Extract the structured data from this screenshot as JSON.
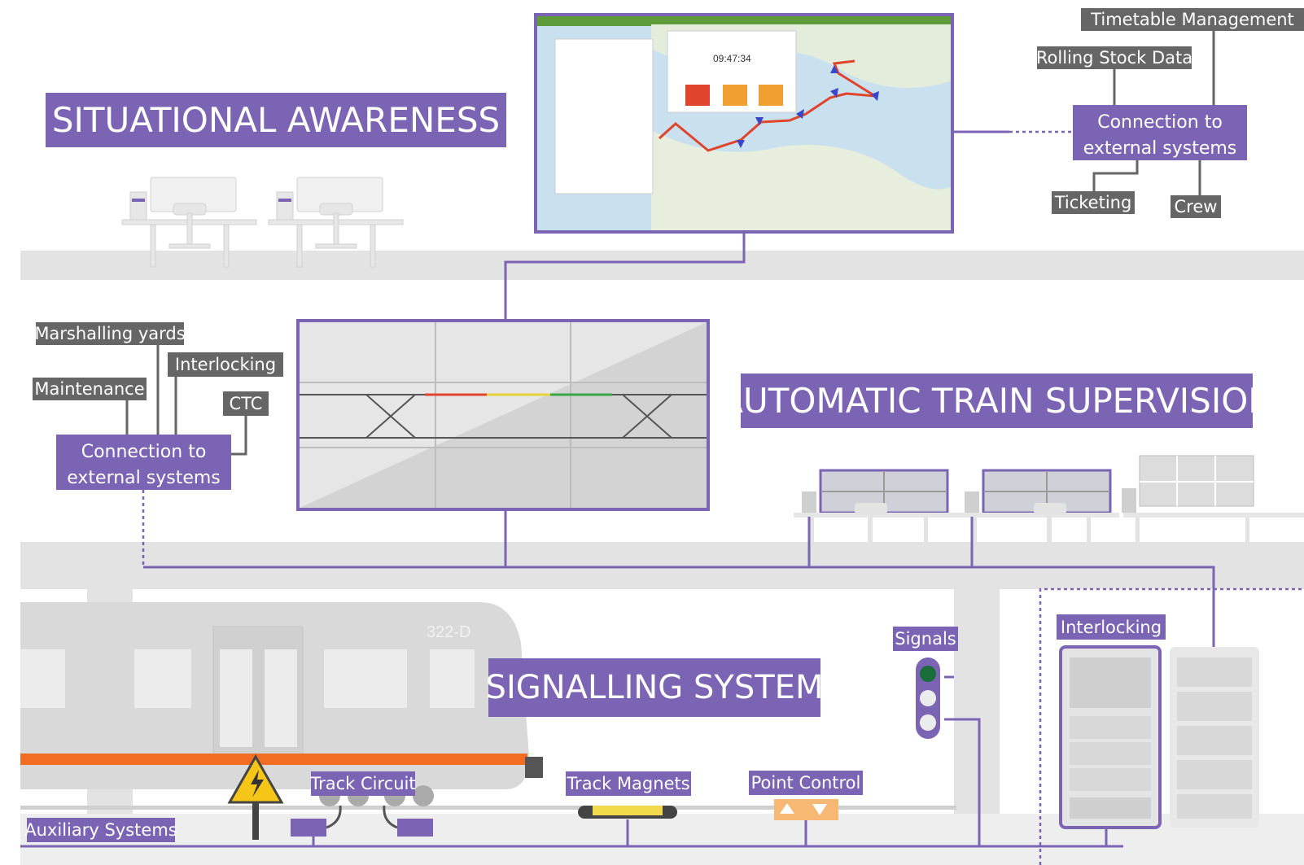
{
  "sections": {
    "situational_awareness": "SITUATIONAL AWARENESS",
    "automatic_train_supervision": "AUTOMATIC TRAIN SUPERVISION",
    "signalling_system": "SIGNALLING SYSTEM"
  },
  "external_top": {
    "connection_line1": "Connection to",
    "connection_line2": "external systems",
    "timetable": "Timetable Management",
    "rolling_stock": "Rolling Stock Data",
    "ticketing": "Ticketing",
    "crew": "Crew"
  },
  "external_left": {
    "connection_line1": "Connection to",
    "connection_line2": "external systems",
    "marshalling": "Marshalling yards",
    "interlocking": "Interlocking",
    "maintenance": "Maintenance",
    "ctc": "CTC"
  },
  "map_screen": {
    "time": "09:47:34"
  },
  "train": {
    "number": "322-D"
  },
  "field": {
    "signals": "Signals",
    "interlocking": "Interlocking",
    "track_circuit": "Track Circuit",
    "track_magnets": "Track Magnets",
    "point_control": "Point Control",
    "auxiliary": "Auxiliary Systems"
  },
  "colors": {
    "accent_purple": "#7b64b3",
    "label_gray": "#666666",
    "floor_gray": "#e3e3e3",
    "train_orange": "#f26c22",
    "route_red": "#e0442c"
  }
}
